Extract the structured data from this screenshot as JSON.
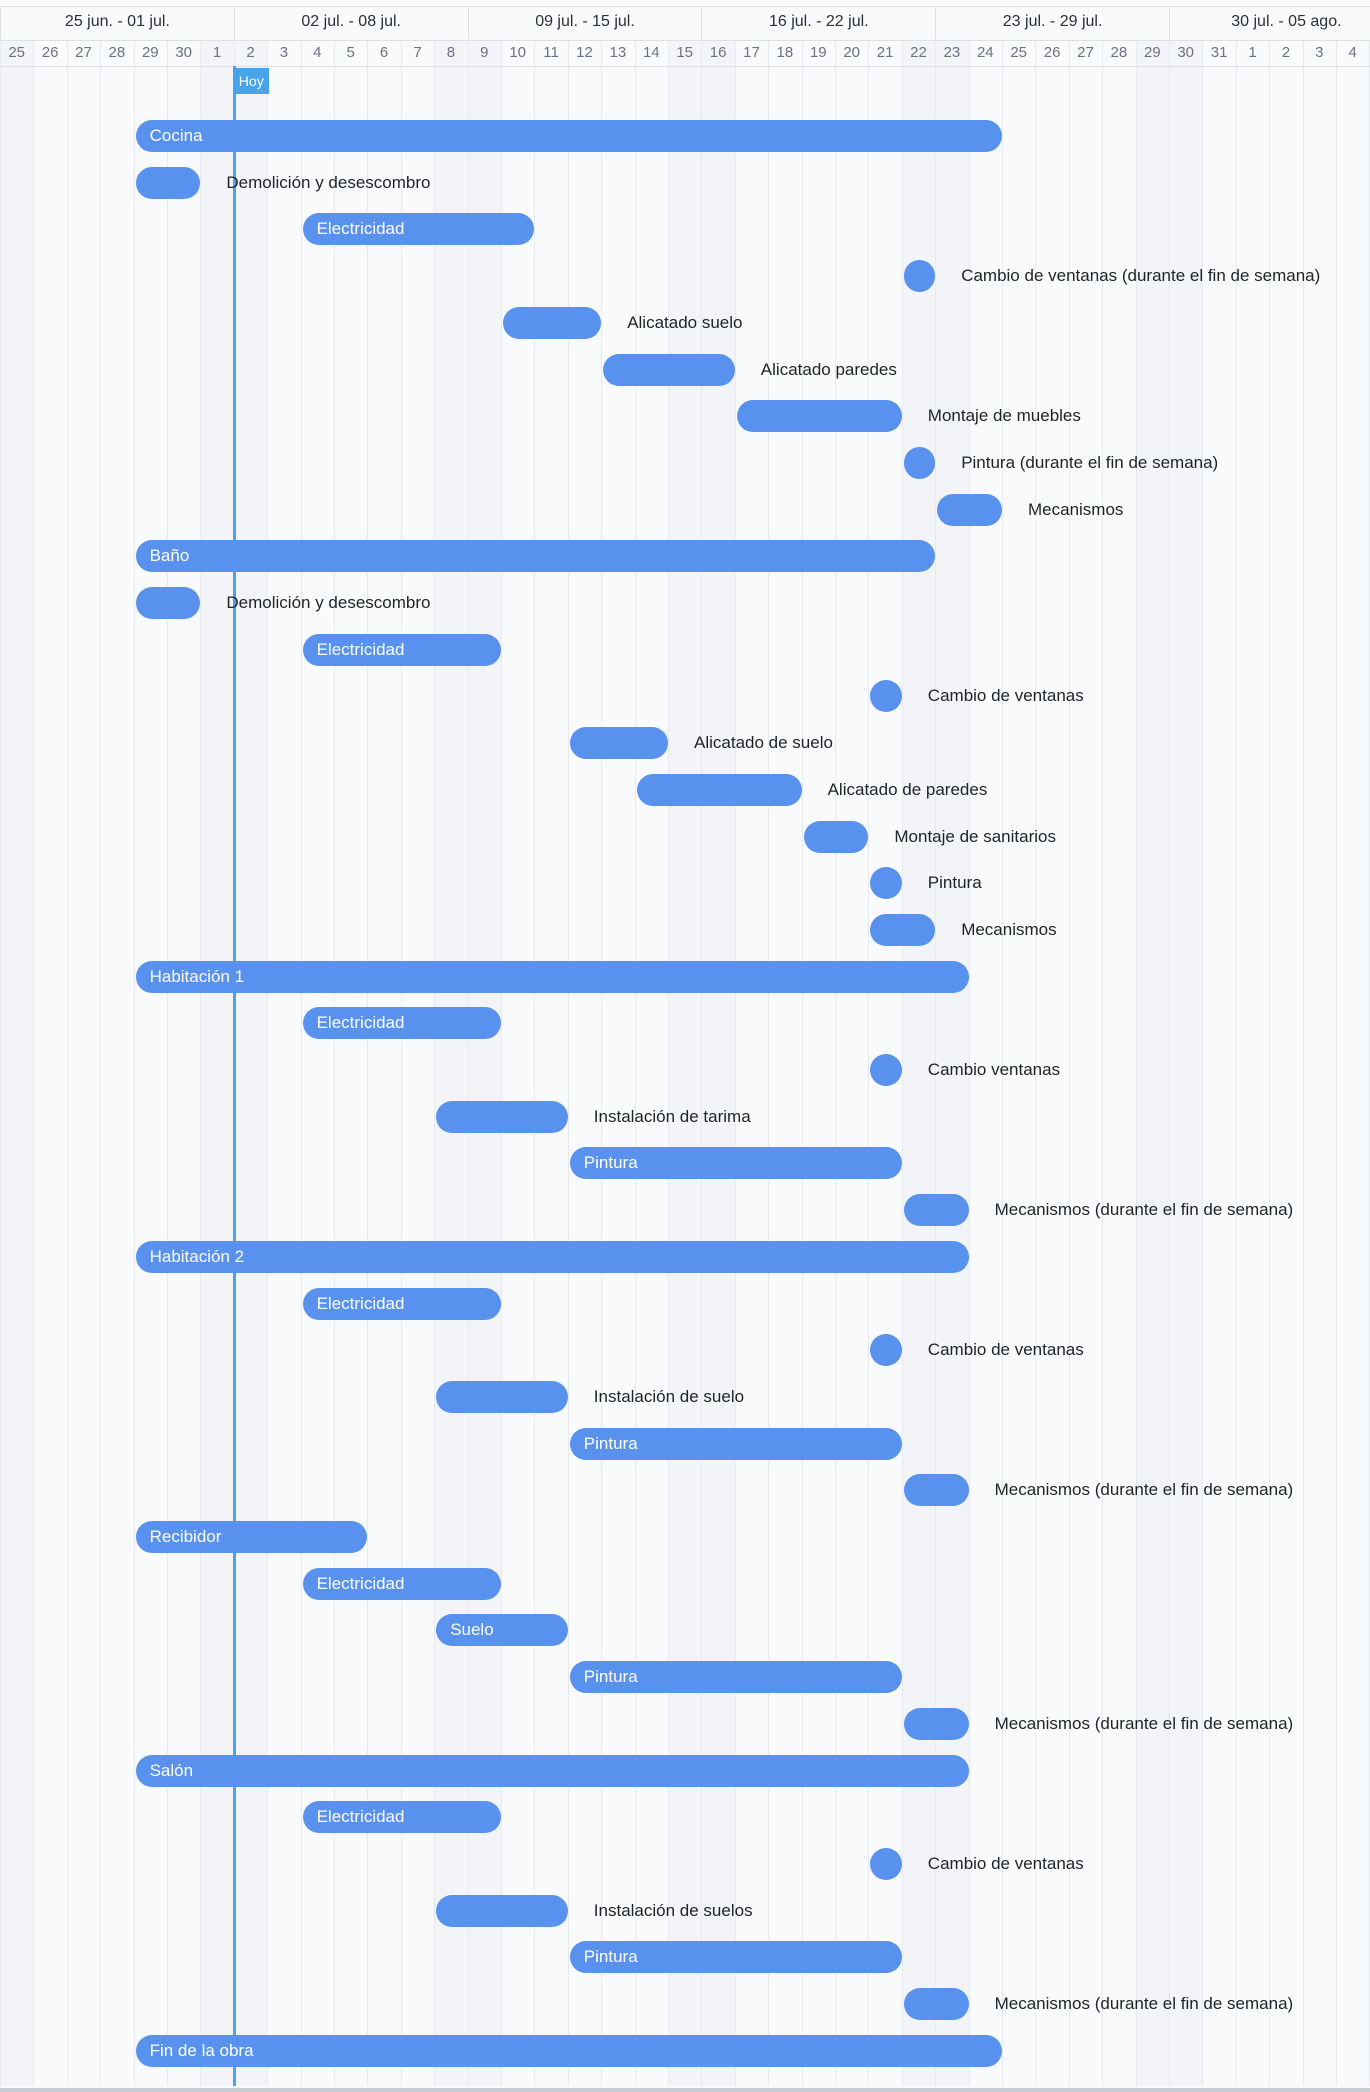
{
  "header": {
    "weeks": [
      "25 jun. - 01 jul.",
      "02 jul. - 08 jul.",
      "09 jul. - 15 jul.",
      "16 jul. - 22 jul.",
      "23 jul. - 29 jul.",
      "30 jul. - 05 ago."
    ],
    "days": [
      "25",
      "26",
      "27",
      "28",
      "29",
      "30",
      "1",
      "2",
      "3",
      "4",
      "5",
      "6",
      "7",
      "8",
      "9",
      "10",
      "11",
      "12",
      "13",
      "14",
      "15",
      "16",
      "17",
      "18",
      "19",
      "20",
      "21",
      "22",
      "23",
      "24",
      "25",
      "26",
      "27",
      "28",
      "29",
      "30",
      "31",
      "1",
      "2",
      "3",
      "4"
    ],
    "today_label": "Hoy",
    "today_day_index": 7
  },
  "colors": {
    "bar": "#5892ee",
    "today": "#47a3ea",
    "background": "#f9fafc"
  },
  "tasks": [
    {
      "label": "Cocina",
      "start": 4,
      "end": 30,
      "label_inside": true
    },
    {
      "label": "Demolición y desescombro",
      "start": 4,
      "end": 6,
      "label_inside": false
    },
    {
      "label": "Electricidad",
      "start": 9,
      "end": 16,
      "label_inside": true
    },
    {
      "label": "Cambio de ventanas (durante el fin de semana)",
      "start": 27,
      "end": 28,
      "label_inside": false
    },
    {
      "label": "Alicatado suelo",
      "start": 15,
      "end": 18,
      "label_inside": false
    },
    {
      "label": "Alicatado paredes",
      "start": 18,
      "end": 22,
      "label_inside": false
    },
    {
      "label": "Montaje de muebles",
      "start": 22,
      "end": 27,
      "label_inside": false
    },
    {
      "label": "Pintura (durante el fin de semana)",
      "start": 27,
      "end": 28,
      "label_inside": false
    },
    {
      "label": "Mecanismos",
      "start": 28,
      "end": 30,
      "label_inside": false
    },
    {
      "label": "Baño",
      "start": 4,
      "end": 28,
      "label_inside": true
    },
    {
      "label": "Demolición y desescombro",
      "start": 4,
      "end": 6,
      "label_inside": false
    },
    {
      "label": "Electricidad",
      "start": 9,
      "end": 15,
      "label_inside": true
    },
    {
      "label": "Cambio de ventanas",
      "start": 26,
      "end": 27,
      "label_inside": false
    },
    {
      "label": "Alicatado de suelo",
      "start": 17,
      "end": 20,
      "label_inside": false
    },
    {
      "label": "Alicatado de paredes",
      "start": 19,
      "end": 24,
      "label_inside": false
    },
    {
      "label": "Montaje de sanitarios",
      "start": 24,
      "end": 26,
      "label_inside": false
    },
    {
      "label": "Pintura",
      "start": 26,
      "end": 27,
      "label_inside": false
    },
    {
      "label": "Mecanismos",
      "start": 26,
      "end": 28,
      "label_inside": false
    },
    {
      "label": "Habitación 1",
      "start": 4,
      "end": 29,
      "label_inside": true
    },
    {
      "label": "Electricidad",
      "start": 9,
      "end": 15,
      "label_inside": true
    },
    {
      "label": "Cambio ventanas",
      "start": 26,
      "end": 27,
      "label_inside": false
    },
    {
      "label": "Instalación de tarima",
      "start": 13,
      "end": 17,
      "label_inside": false
    },
    {
      "label": "Pintura",
      "start": 17,
      "end": 27,
      "label_inside": true
    },
    {
      "label": "Mecanismos (durante el fin de semana)",
      "start": 27,
      "end": 29,
      "label_inside": false
    },
    {
      "label": "Habitación 2",
      "start": 4,
      "end": 29,
      "label_inside": true
    },
    {
      "label": "Electricidad",
      "start": 9,
      "end": 15,
      "label_inside": true
    },
    {
      "label": "Cambio de ventanas",
      "start": 26,
      "end": 27,
      "label_inside": false
    },
    {
      "label": "Instalación de suelo",
      "start": 13,
      "end": 17,
      "label_inside": false
    },
    {
      "label": "Pintura",
      "start": 17,
      "end": 27,
      "label_inside": true
    },
    {
      "label": "Mecanismos (durante el fin de semana)",
      "start": 27,
      "end": 29,
      "label_inside": false
    },
    {
      "label": "Recibidor",
      "start": 4,
      "end": 11,
      "label_inside": true
    },
    {
      "label": "Electricidad",
      "start": 9,
      "end": 15,
      "label_inside": true
    },
    {
      "label": "Suelo",
      "start": 13,
      "end": 17,
      "label_inside": true
    },
    {
      "label": "Pintura",
      "start": 17,
      "end": 27,
      "label_inside": true
    },
    {
      "label": "Mecanismos (durante el fin de semana)",
      "start": 27,
      "end": 29,
      "label_inside": false
    },
    {
      "label": "Salón",
      "start": 4,
      "end": 29,
      "label_inside": true
    },
    {
      "label": "Electricidad",
      "start": 9,
      "end": 15,
      "label_inside": true
    },
    {
      "label": "Cambio de ventanas",
      "start": 26,
      "end": 27,
      "label_inside": false
    },
    {
      "label": "Instalación de suelos",
      "start": 13,
      "end": 17,
      "label_inside": false
    },
    {
      "label": "Pintura",
      "start": 17,
      "end": 27,
      "label_inside": true
    },
    {
      "label": "Mecanismos (durante el fin de semana)",
      "start": 27,
      "end": 29,
      "label_inside": false
    },
    {
      "label": "Fin de la obra",
      "start": 4,
      "end": 30,
      "label_inside": true
    }
  ]
}
